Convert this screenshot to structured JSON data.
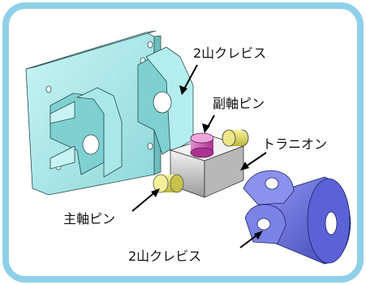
{
  "colors": {
    "frame": "#8fd0e8",
    "bracket": "#9ee6e6",
    "bracket_dark": "#5fb0b2",
    "trunnion": "#dcdcdc",
    "trunnion_dark": "#8a8a8a",
    "main_pin": "#e8e46e",
    "sub_pin": "#d35bb3",
    "clevis": "#6f78e2",
    "clevis_dark": "#3a3fae"
  },
  "labels": {
    "clevis_top": "2山クレビス",
    "sub_pin": "副軸ピン",
    "trunnion": "トラニオン",
    "main_pin": "主軸ピン",
    "clevis_bottom": "2山クレビス"
  }
}
